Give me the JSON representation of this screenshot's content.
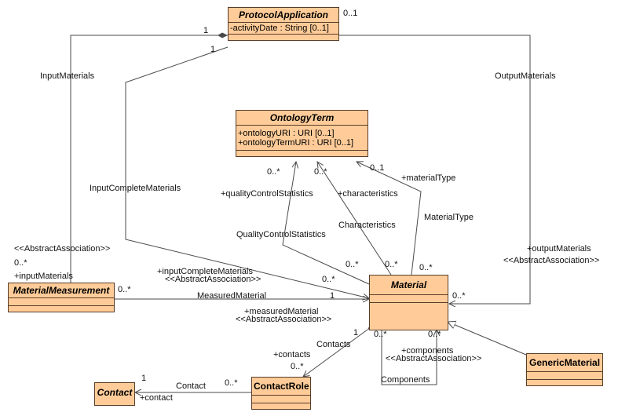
{
  "classes": {
    "protocol_application": {
      "name": "ProtocolApplication",
      "abstract": true,
      "attributes": [
        "-activityDate : String [0..1]"
      ]
    },
    "ontology_term": {
      "name": "OntologyTerm",
      "abstract": true,
      "attributes": [
        "+ontologyURI : URI [0..1]",
        "+ontologyTermURI : URI [0..1]"
      ]
    },
    "material_measurement": {
      "name": "MaterialMeasurement",
      "abstract": true,
      "attributes": []
    },
    "material": {
      "name": "Material",
      "abstract": true,
      "attributes": []
    },
    "generic_material": {
      "name": "GenericMaterial",
      "abstract": false,
      "attributes": []
    },
    "contact": {
      "name": "Contact",
      "abstract": true,
      "attributes": []
    },
    "contact_role": {
      "name": "ContactRole",
      "abstract": false,
      "attributes": []
    }
  },
  "associations": {
    "input_materials": {
      "name": "InputMaterials",
      "role": "+inputMaterials",
      "stereotype": "<<AbstractAssociation>>",
      "source_mult": "1",
      "target_mult": "0..*"
    },
    "input_complete_materials": {
      "name": "InputCompleteMaterials",
      "role": "+inputCompleteMaterials",
      "stereotype": "<<AbstractAssociation>>",
      "source_mult": "1",
      "target_mult": "0..*"
    },
    "output_materials": {
      "name": "OutputMaterials",
      "role": "+outputMaterials",
      "stereotype": "<<AbstractAssociation>>",
      "source_mult": "0..1",
      "target_mult": "0..*"
    },
    "quality_control_statistics": {
      "name": "QualityControlStatistics",
      "role": "+qualityControlStatistics",
      "source_mult": "0..*",
      "target_mult": "0..*"
    },
    "characteristics": {
      "name": "Characteristics",
      "role": "+characteristics",
      "source_mult": "0..*",
      "target_mult": "0..*"
    },
    "material_type": {
      "name": "MaterialType",
      "role": "+materialType",
      "source_mult": "0..*",
      "target_mult": "0..1"
    },
    "measured_material": {
      "name": "MeasuredMaterial",
      "role": "+measuredMaterial",
      "stereotype": "<<AbstractAssociation>>",
      "source_mult": "0..*",
      "target_mult": "1"
    },
    "components": {
      "name": "Components",
      "role": "+components",
      "stereotype": "<<AbstractAssociation>>",
      "source_mult": "0..*",
      "target_mult": "0..*"
    },
    "contacts": {
      "name": "Contacts",
      "role": "+contacts",
      "source_mult": "1",
      "target_mult": "0..*"
    },
    "contact": {
      "name": "Contact",
      "role": "+contact",
      "source_mult": "0..*",
      "target_mult": "1"
    }
  }
}
